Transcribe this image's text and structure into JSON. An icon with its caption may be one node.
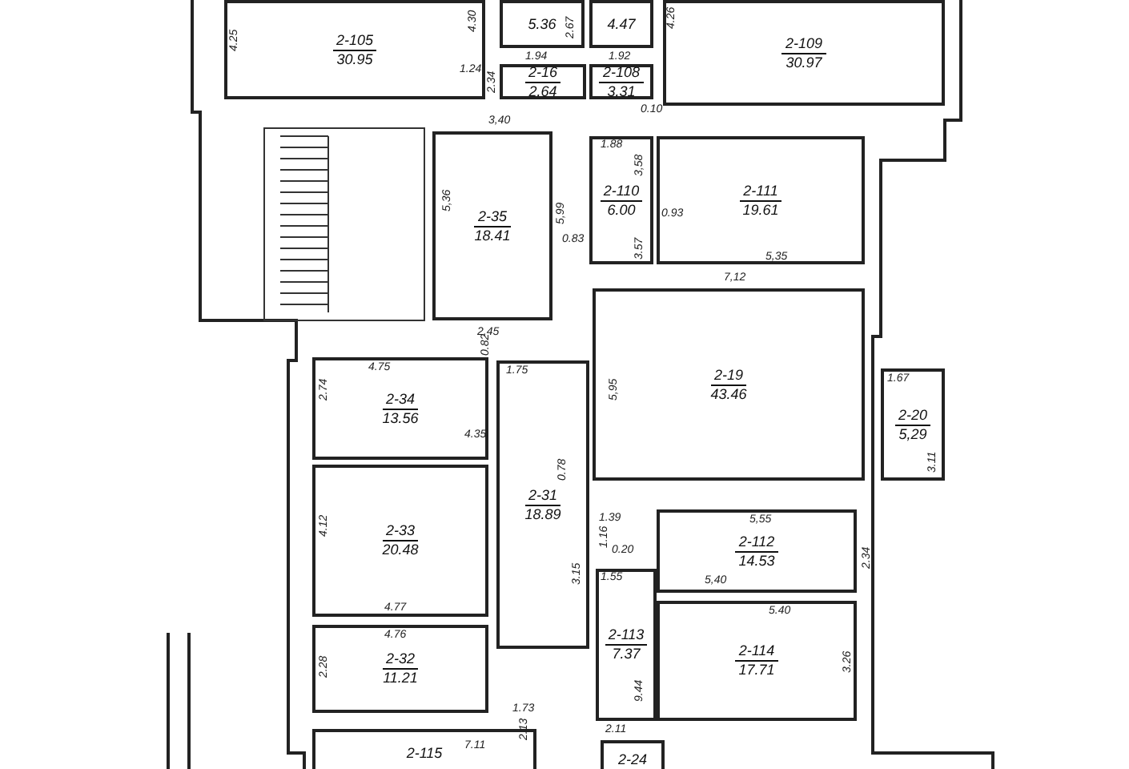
{
  "diagram": {
    "nodes": [
      {
        "text": [
          "2-105",
          "30.95"
        ]
      },
      {
        "text": [
          "5.36"
        ]
      },
      {
        "text": [
          "4.47"
        ]
      },
      {
        "text": [
          "2-109",
          "30.97"
        ]
      },
      {
        "text": [
          "2-16",
          "2.64"
        ]
      },
      {
        "text": [
          "2-108",
          "3.31"
        ]
      },
      {
        "text": [
          "2-35",
          "18.41"
        ]
      },
      {
        "text": [
          "2-110",
          "6.00"
        ]
      },
      {
        "text": [
          "2-111",
          "19.61"
        ]
      },
      {
        "text": [
          "2-19",
          "43.46"
        ]
      },
      {
        "text": [
          "2-20",
          "5,29"
        ]
      },
      {
        "text": [
          "2-34",
          "13.56"
        ]
      },
      {
        "text": [
          "2-33",
          "20.48"
        ]
      },
      {
        "text": [
          "2-31",
          "18.89"
        ]
      },
      {
        "text": [
          "2-112",
          "14.53"
        ]
      },
      {
        "text": [
          "2-113",
          "7.37"
        ]
      },
      {
        "text": [
          "2-114",
          "17.71"
        ]
      },
      {
        "text": [
          "2-32",
          "11.21"
        ]
      },
      {
        "text": [
          "2-115"
        ]
      },
      {
        "text": [
          "2-24"
        ]
      }
    ],
    "edges": [],
    "labels": [
      "4.25",
      "4.30",
      "2.67",
      "4.26",
      "1.94",
      "1.92",
      "1.24",
      "2.34",
      "0.10",
      "3,40",
      "1.88",
      "5,36",
      "5,99",
      "0.83",
      "3,58",
      "0.93",
      "3.57",
      "5,35",
      "7,12",
      "2,45",
      "0.82",
      "4.75",
      "1.75",
      "5,95",
      "2.74",
      "1.67",
      "4.35",
      "0.78",
      "3.15",
      "3.11",
      "4.12",
      "1.39",
      "1.16",
      "5,55",
      "0.20",
      "2.34",
      "1.55",
      "5,40",
      "5.40",
      "4.77",
      "4.76",
      "3.26",
      "2.28",
      "9.44",
      "1.73",
      "2.13",
      "7.11",
      "2.11"
    ]
  }
}
